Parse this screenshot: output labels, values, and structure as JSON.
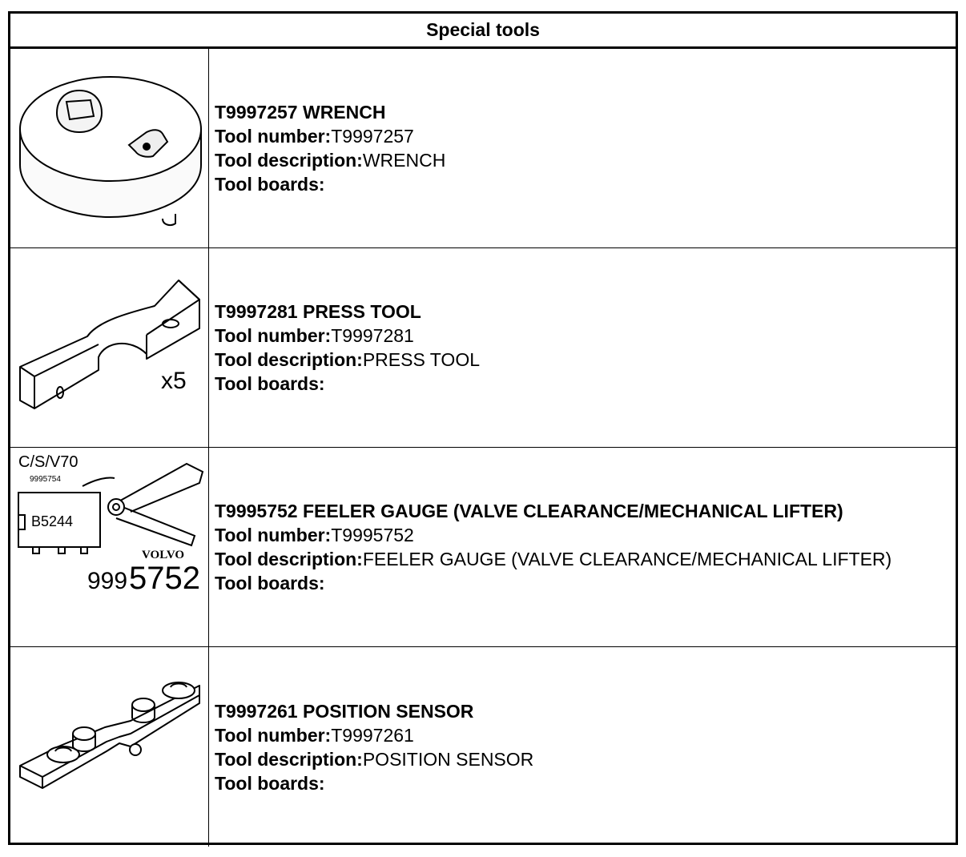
{
  "header": {
    "title": "Special tools"
  },
  "labels": {
    "tool_number": "Tool number:",
    "tool_description": "Tool description:",
    "tool_boards": "Tool boards:"
  },
  "tools": [
    {
      "heading": "T9997257 WRENCH",
      "number": "T9997257",
      "description": "WRENCH",
      "boards": "",
      "illustration": "wrench-illustration"
    },
    {
      "heading": "T9997281 PRESS TOOL",
      "number": "T9997281",
      "description": "PRESS TOOL",
      "boards": "",
      "illustration": "press-tool-illustration",
      "image_text": {
        "quantity": "x5"
      }
    },
    {
      "heading": "T9995752 FEELER GAUGE (VALVE CLEARANCE/MECHANICAL LIFTER)",
      "number": "T9995752",
      "description": "FEELER GAUGE (VALVE CLEARANCE/MECHANICAL LIFTER)",
      "boards": "",
      "illustration": "feeler-gauge-illustration",
      "image_text": {
        "model": "C/S/V70",
        "ref": "9995754",
        "engine": "B5244",
        "brand": "VOLVO",
        "part_prefix": "999",
        "part_suffix": "5752"
      }
    },
    {
      "heading": "T9997261 POSITION SENSOR",
      "number": "T9997261",
      "description": "POSITION SENSOR",
      "boards": "",
      "illustration": "position-sensor-illustration"
    }
  ]
}
